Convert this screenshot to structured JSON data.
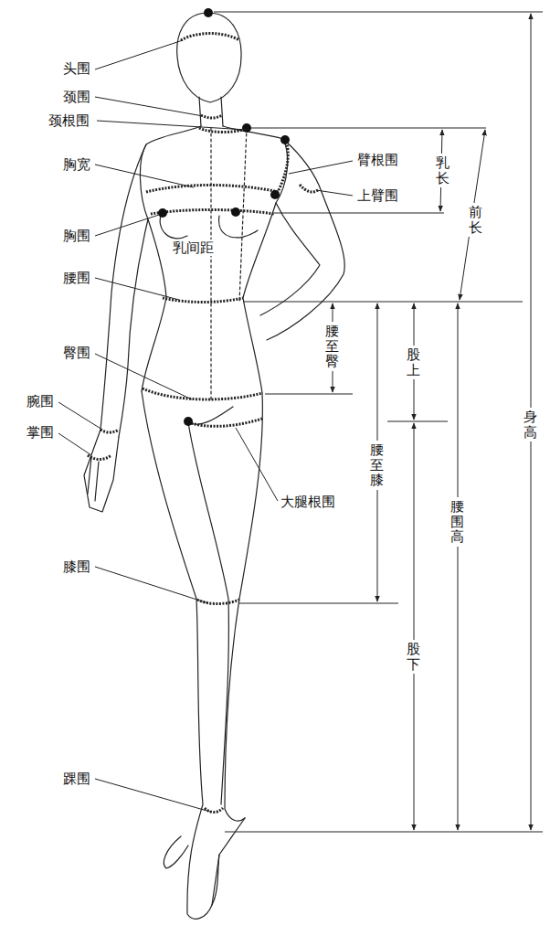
{
  "diagram": {
    "labels": [
      "头围",
      "颈围",
      "颈根围",
      "胸宽",
      "臂根围",
      "上臂围",
      "乳长",
      "前长",
      "胸围",
      "乳间距",
      "腰围",
      "腰至臀",
      "股上",
      "臀围",
      "腕围",
      "掌围",
      "身高",
      "大腿根围",
      "腰至膝",
      "腰围高",
      "膝围",
      "股下",
      "踝围"
    ]
  }
}
